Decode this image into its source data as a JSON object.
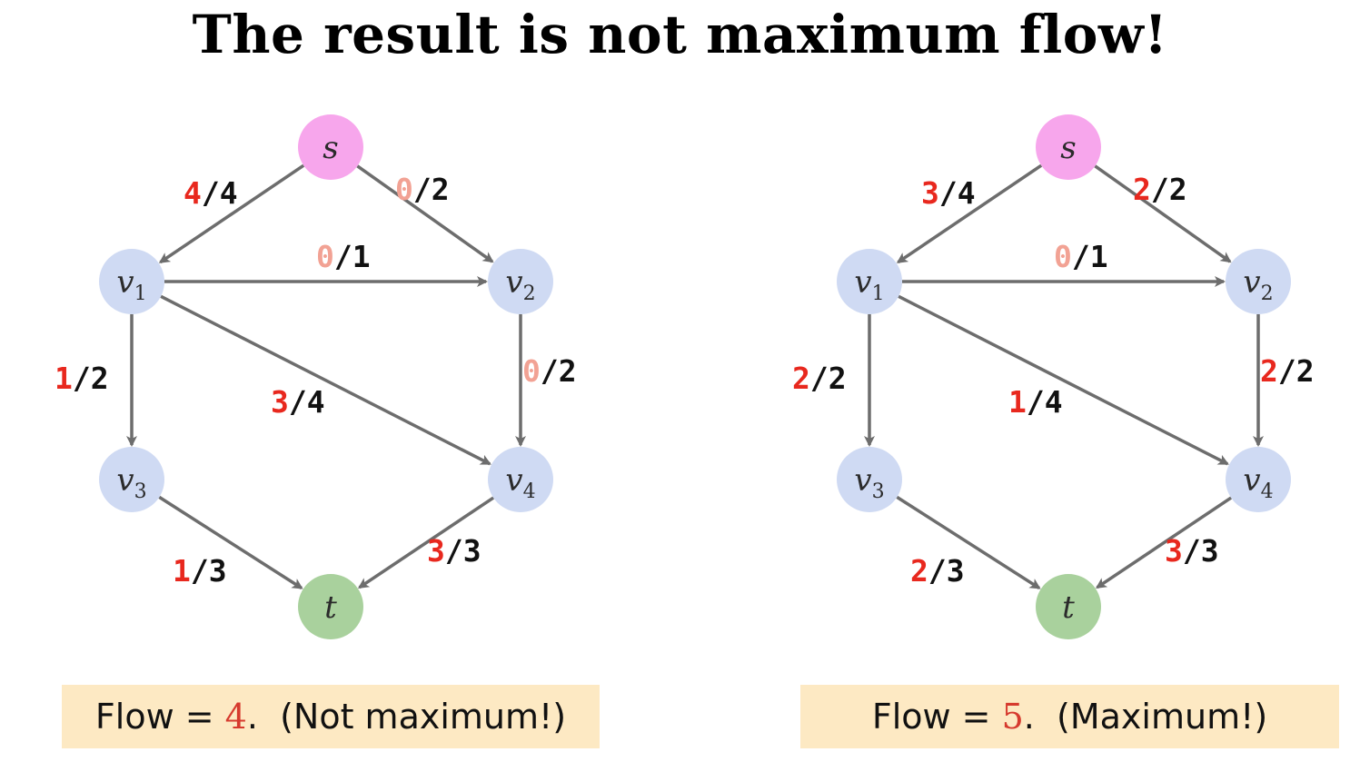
{
  "title": "The result is not maximum flow!",
  "colors": {
    "source": "#f7a6ec",
    "sink": "#a9d19d",
    "inner": "#cfdaf3",
    "edge": "#6d6d6d",
    "flow_active": "#e8281e",
    "flow_zero": "#f2a294",
    "capacity": "#111111",
    "caption_bg": "#fde9c3"
  },
  "nodes": {
    "s": {
      "label": "s",
      "sub": ""
    },
    "v1": {
      "label": "v",
      "sub": "1"
    },
    "v2": {
      "label": "v",
      "sub": "2"
    },
    "v3": {
      "label": "v",
      "sub": "3"
    },
    "v4": {
      "label": "v",
      "sub": "4"
    },
    "t": {
      "label": "t",
      "sub": ""
    }
  },
  "diagrams": [
    {
      "edges": [
        {
          "from": "s",
          "to": "v1",
          "flow": "4",
          "cap": "4"
        },
        {
          "from": "s",
          "to": "v2",
          "flow": "0",
          "cap": "2"
        },
        {
          "from": "v1",
          "to": "v2",
          "flow": "0",
          "cap": "1"
        },
        {
          "from": "v1",
          "to": "v3",
          "flow": "1",
          "cap": "2"
        },
        {
          "from": "v1",
          "to": "v4",
          "flow": "3",
          "cap": "4"
        },
        {
          "from": "v2",
          "to": "v4",
          "flow": "0",
          "cap": "2"
        },
        {
          "from": "v3",
          "to": "t",
          "flow": "1",
          "cap": "3"
        },
        {
          "from": "v4",
          "to": "t",
          "flow": "3",
          "cap": "3"
        }
      ],
      "caption": {
        "prefix": "Flow = ",
        "value": "4",
        "suffix": ".  (Not maximum!)"
      }
    },
    {
      "edges": [
        {
          "from": "s",
          "to": "v1",
          "flow": "3",
          "cap": "4"
        },
        {
          "from": "s",
          "to": "v2",
          "flow": "2",
          "cap": "2"
        },
        {
          "from": "v1",
          "to": "v2",
          "flow": "0",
          "cap": "1"
        },
        {
          "from": "v1",
          "to": "v3",
          "flow": "2",
          "cap": "2"
        },
        {
          "from": "v1",
          "to": "v4",
          "flow": "1",
          "cap": "4"
        },
        {
          "from": "v2",
          "to": "v4",
          "flow": "2",
          "cap": "2"
        },
        {
          "from": "v3",
          "to": "t",
          "flow": "2",
          "cap": "3"
        },
        {
          "from": "v4",
          "to": "t",
          "flow": "3",
          "cap": "3"
        }
      ],
      "caption": {
        "prefix": "Flow = ",
        "value": "5",
        "suffix": ".  (Maximum!)"
      }
    }
  ]
}
